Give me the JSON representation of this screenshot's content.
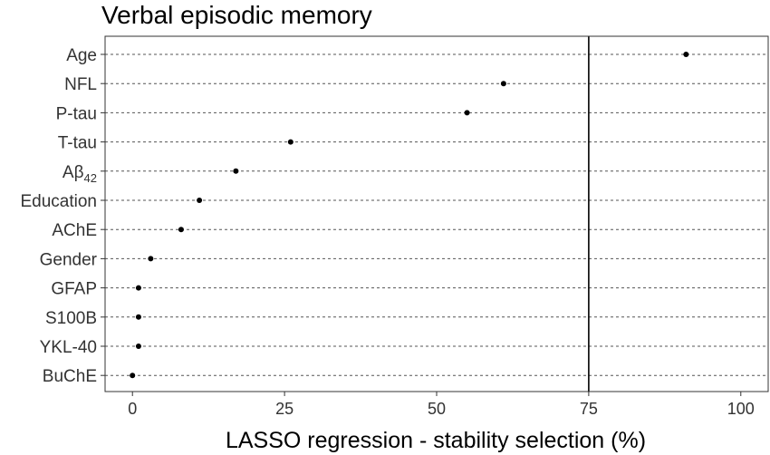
{
  "chart_data": {
    "type": "scatter",
    "title": "Verbal episodic memory",
    "xlabel": "LASSO regression - stability selection (%)",
    "ylabel": "",
    "categories": [
      "Age",
      "NFL",
      "P-tau",
      "T-tau",
      "Aβ42",
      "Education",
      "AChE",
      "Gender",
      "GFAP",
      "S100B",
      "YKL-40",
      "BuChE"
    ],
    "category_labels": [
      {
        "main": "Age",
        "sub": ""
      },
      {
        "main": "NFL",
        "sub": ""
      },
      {
        "main": "P-tau",
        "sub": ""
      },
      {
        "main": "T-tau",
        "sub": ""
      },
      {
        "main": "Aβ",
        "sub": "42"
      },
      {
        "main": "Education",
        "sub": ""
      },
      {
        "main": "AChE",
        "sub": ""
      },
      {
        "main": "Gender",
        "sub": ""
      },
      {
        "main": "GFAP",
        "sub": ""
      },
      {
        "main": "S100B",
        "sub": ""
      },
      {
        "main": "YKL-40",
        "sub": ""
      },
      {
        "main": "BuChE",
        "sub": ""
      }
    ],
    "values": [
      91,
      61,
      55,
      26,
      17,
      11,
      8,
      3,
      1,
      1,
      1,
      0
    ],
    "xlim": [
      -4.5,
      104.5
    ],
    "xticks": [
      0,
      25,
      50,
      75,
      100
    ],
    "xtick_labels": [
      "0",
      "25",
      "50",
      "75",
      "100"
    ],
    "reference_line": 75,
    "grid": "horizontal-dashed",
    "colors": {
      "point": "#000000",
      "grid": "#555555",
      "frame": "#333333"
    }
  }
}
